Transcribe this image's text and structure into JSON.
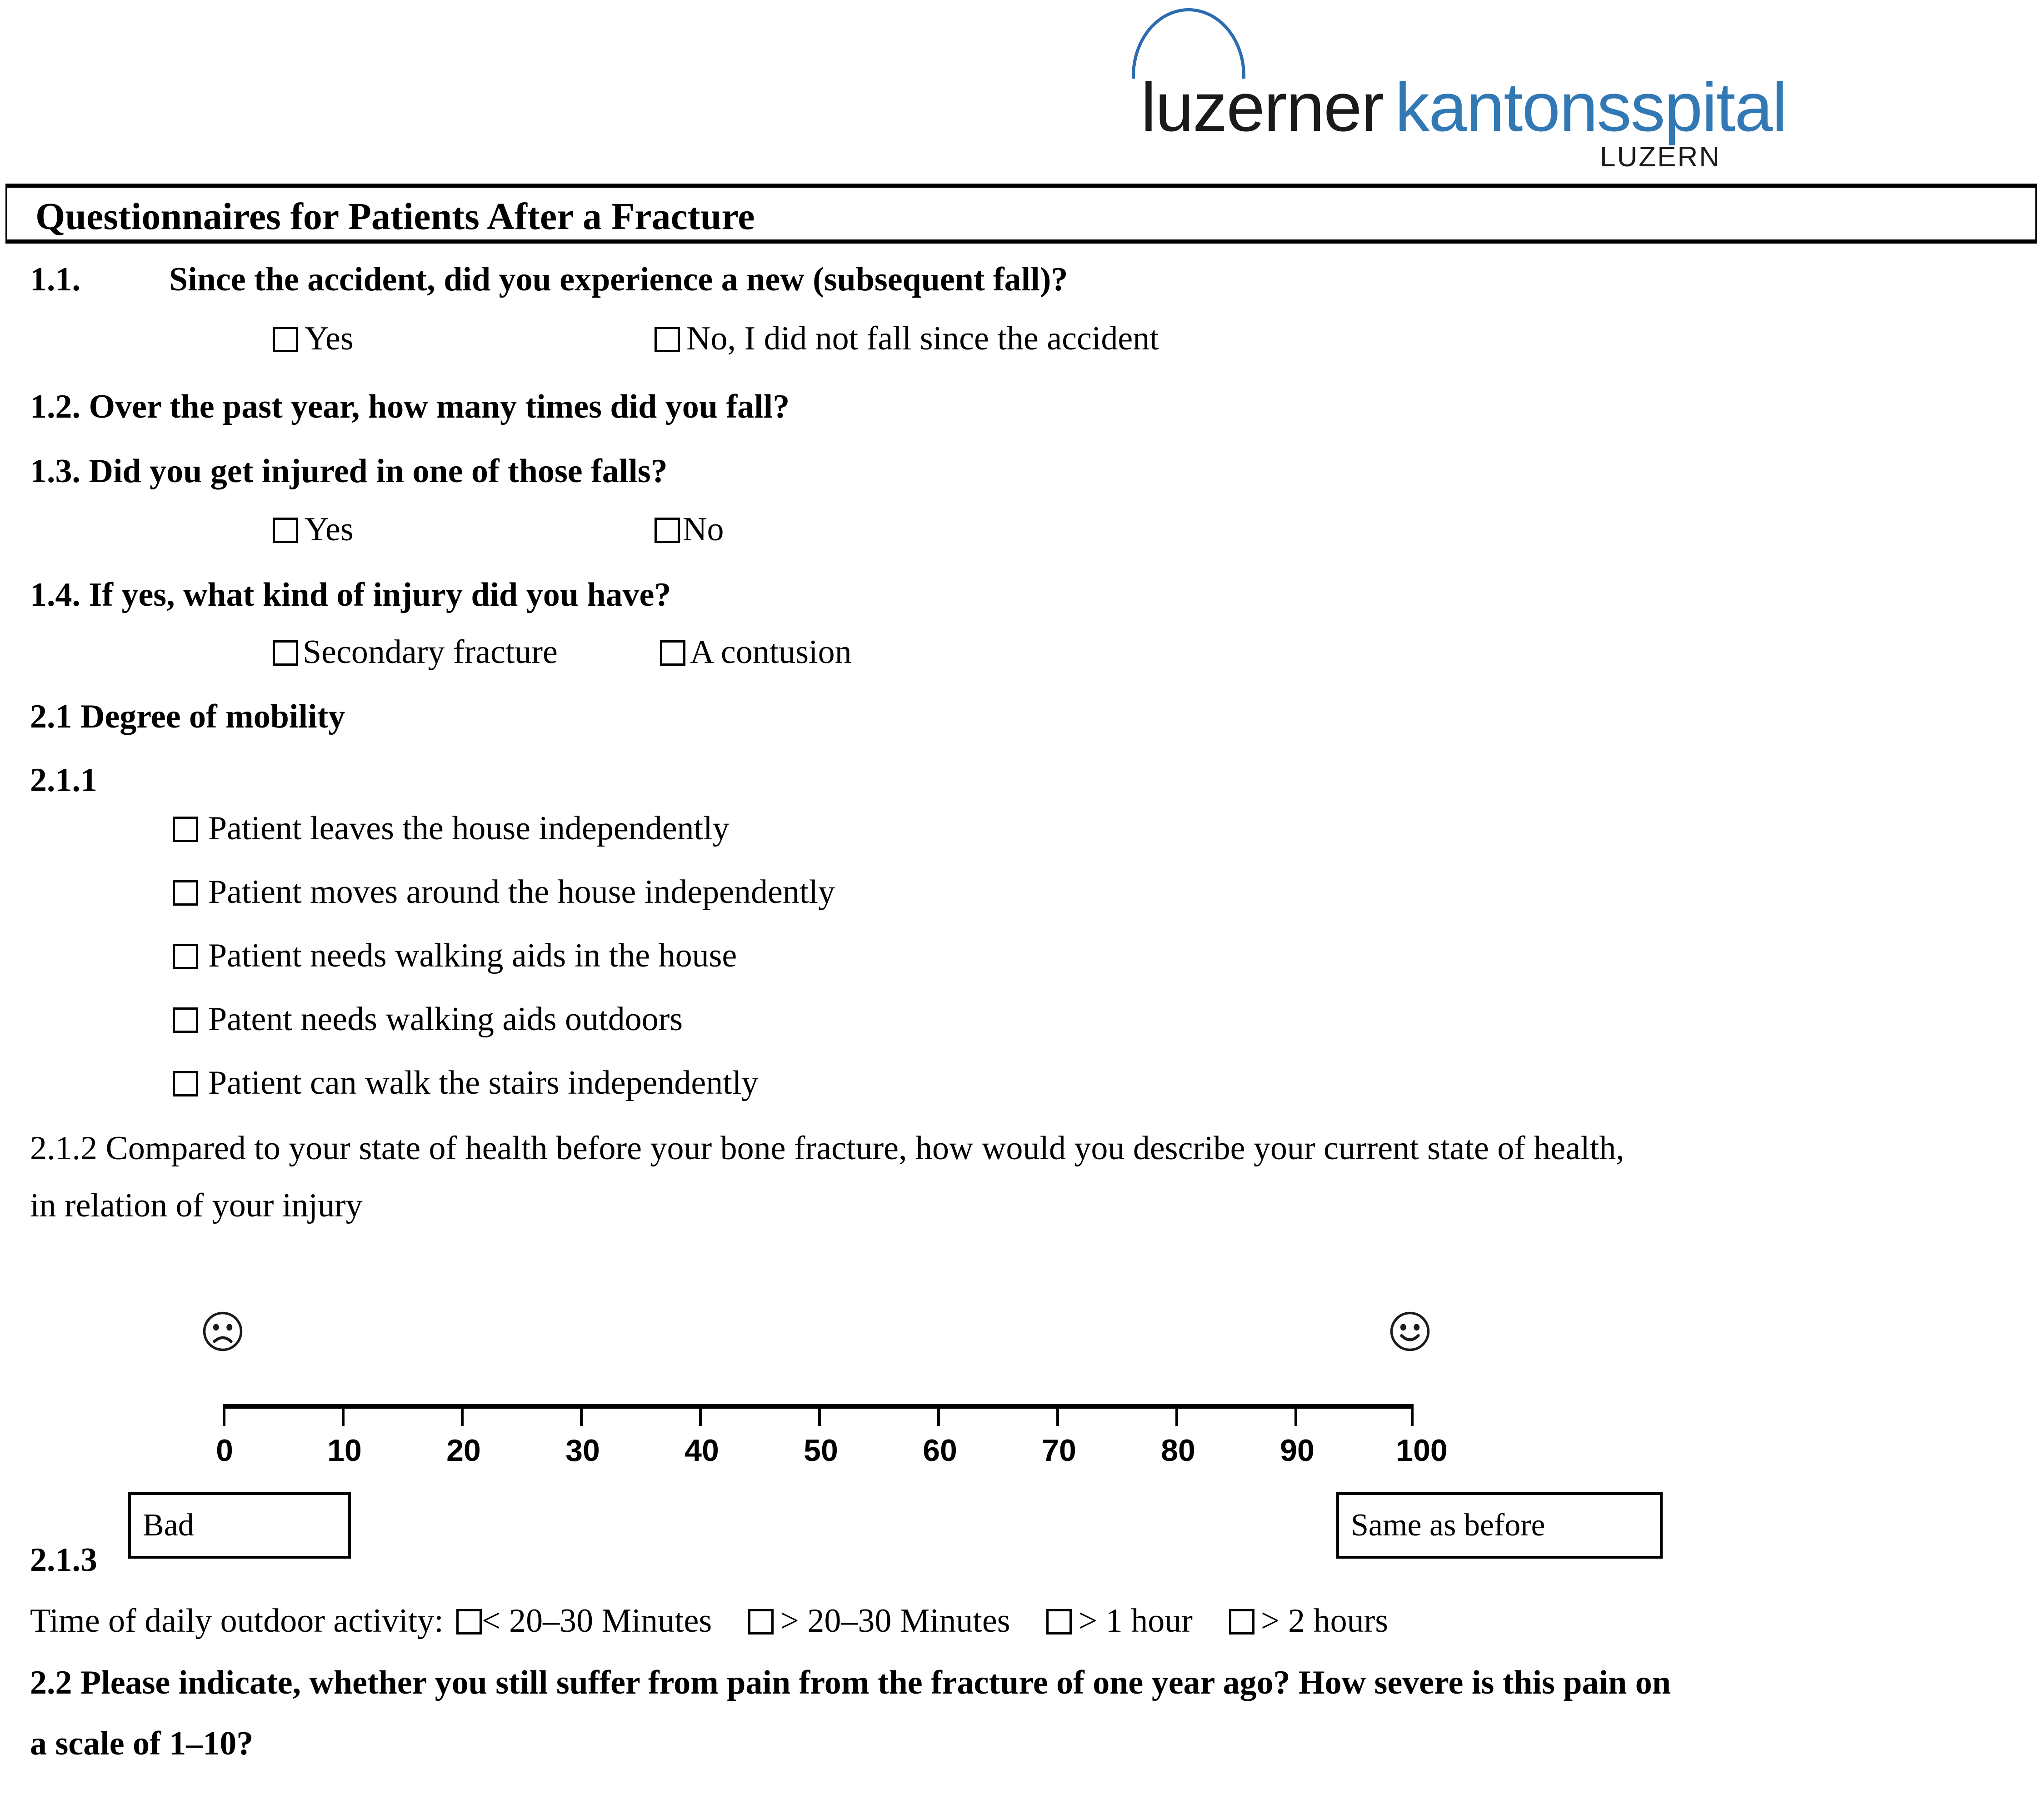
{
  "logo": {
    "word_a": "luzerner",
    "word_b": "kantonsspital",
    "subtitle": "LUZERN",
    "arch_color": "#3178b5",
    "word_a_color": "#1a1a1a",
    "word_b_color": "#3178b5"
  },
  "title": "Questionnaires for Patients After a Fracture",
  "q1_1": {
    "number": "1.1.",
    "text": "Since the accident, did you experience a new (subsequent fall)?",
    "options": [
      "Yes",
      "No, I did not fall since the accident"
    ]
  },
  "q1_2": {
    "text": "1.2. Over the past year, how many times did you fall?"
  },
  "q1_3": {
    "text": "1.3. Did you get injured in one of those falls?",
    "options": [
      "Yes",
      "No"
    ]
  },
  "q1_4": {
    "text": "1.4. If yes, what kind of injury did you have?",
    "options": [
      "Secondary fracture",
      "A contusion"
    ]
  },
  "s2_1": {
    "heading": "2.1  Degree of mobility"
  },
  "q2_1_1": {
    "number": "2.1.1",
    "options": [
      "Patient leaves the house independently",
      "Patient moves around the house independently",
      "Patient needs walking aids in the house",
      "Patent needs walking aids outdoors",
      "Patient can walk the stairs independently"
    ]
  },
  "q2_1_2": {
    "line1": "2.1.2 Compared to your state of health before your bone fracture, how would you describe your current state of health,",
    "line2": "in relation of your injury"
  },
  "q2_1_3": {
    "number": "2.1.3",
    "prompt": "Time of daily outdoor activity:",
    "options": [
      "< 20–30 Minutes",
      "> 20–30 Minutes",
      "> 1 hour",
      "> 2 hours"
    ]
  },
  "q2_2": {
    "line1": "2.2 Please indicate, whether you still suffer from pain from the fracture of one year ago? How severe is this pain on",
    "line2": "a scale of 1–10?"
  },
  "chart_data": {
    "type": "scale",
    "title": "",
    "xlabel": "",
    "ylabel": "",
    "x": [
      0,
      10,
      20,
      30,
      40,
      50,
      60,
      70,
      80,
      90,
      100
    ],
    "tick_labels": [
      "0",
      "10",
      "20",
      "30",
      "40",
      "50",
      "60",
      "70",
      "80",
      "90",
      "100"
    ],
    "xlim": [
      0,
      100
    ],
    "grid": false,
    "left_anchor_label": "Bad",
    "right_anchor_label": "Same as before",
    "left_icon": "sad-face-icon",
    "right_icon": "happy-face-icon",
    "legend": []
  }
}
